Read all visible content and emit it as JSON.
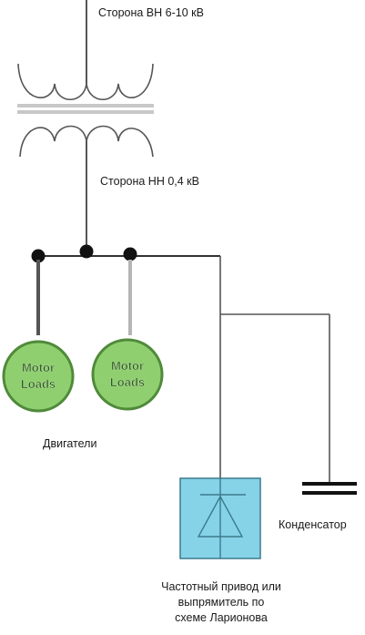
{
  "labels": {
    "hv_side": "Сторона ВН 6-10 кВ",
    "lv_side": "Сторона НН  0,4 кВ",
    "motors_caption": "Двигатели",
    "capacitor": "Конденсатор",
    "drive_line1": "Частотный привод или",
    "drive_line2": "выпрямитель по",
    "drive_line3": "схеме Ларионова"
  },
  "motors": [
    {
      "line1": "Motor",
      "line2": "Loads"
    },
    {
      "line1": "Motor",
      "line2": "Loads"
    }
  ],
  "colors": {
    "wire": "#555555",
    "bus": "#333333",
    "node": "#111111",
    "motor_fill": "#8fcf70",
    "motor_stroke": "#4f8a3a",
    "drive_fill": "#86d3e8",
    "drive_stroke": "#3b7a8c",
    "transformer_core": "#c8c8c8"
  }
}
